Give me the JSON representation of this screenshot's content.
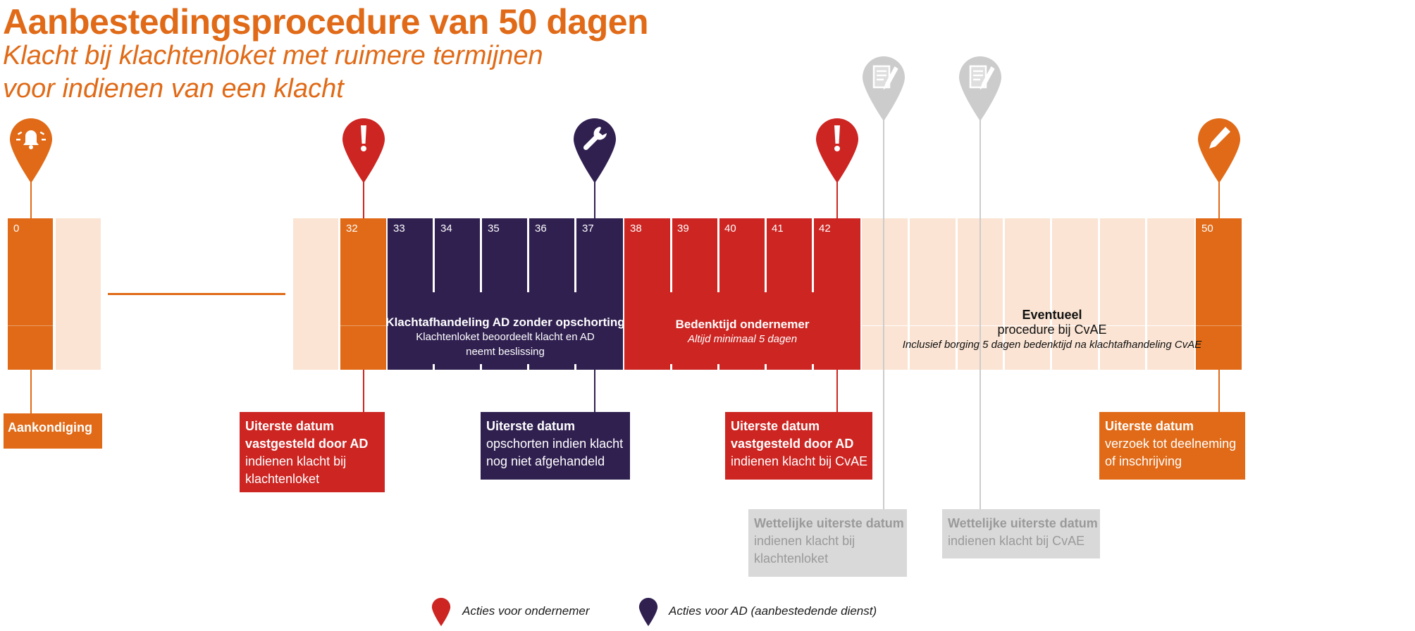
{
  "header": {
    "title": "Aanbestedingsprocedure van 50 dagen",
    "subtitle_line1": "Klacht bij klachtenloket met ruimere termijnen",
    "subtitle_line2": "voor indienen van een klacht"
  },
  "colors": {
    "orange": "#E06A17",
    "red": "#CC2522",
    "purple": "#302050",
    "peach": "#FBE4D3",
    "gray_pin": "#CCCCCC",
    "gray_box": "#D9D9D9"
  },
  "timeline": {
    "day_labels": [
      "0",
      "32",
      "33",
      "34",
      "35",
      "36",
      "37",
      "38",
      "39",
      "40",
      "41",
      "42",
      "50"
    ],
    "purple_block": {
      "title": "Klachtafhandeling AD zonder opschorting",
      "line1": "Klachtenloket beoordeelt klacht en AD",
      "line2": "neemt beslissing"
    },
    "red_block": {
      "title": "Bedenktijd ondernemer",
      "note": "Altijd minimaal 5 dagen"
    },
    "peach_block": {
      "title": "Eventueel",
      "line1": "procedure bij CvAE",
      "note": "Inclusief borging 5 dagen bedenktijd na klachtafhandeling CvAE"
    }
  },
  "markers": [
    {
      "icon": "bell-icon",
      "type": "orange"
    },
    {
      "icon": "exclamation-icon",
      "type": "red"
    },
    {
      "icon": "wrench-icon",
      "type": "purple"
    },
    {
      "icon": "exclamation-icon",
      "type": "red"
    },
    {
      "icon": "document-icon",
      "type": "gray"
    },
    {
      "icon": "document-icon",
      "type": "gray"
    },
    {
      "icon": "pencil-icon",
      "type": "orange"
    }
  ],
  "boxes": {
    "aankondiging": {
      "head": "Aankondiging"
    },
    "day32": {
      "head1": "Uiterste datum",
      "head2": "vastgesteld door AD",
      "line1": "indienen klacht bij",
      "line2": "klachtenloket"
    },
    "day37": {
      "head1": "Uiterste datum",
      "line1": "opschorten indien klacht",
      "line2": "nog niet afgehandeld"
    },
    "day42": {
      "head1": "Uiterste datum",
      "head2": "vastgesteld door AD",
      "line1": "indienen klacht bij CvAE"
    },
    "day50": {
      "head1": "Uiterste datum",
      "line1": "verzoek tot deelneming",
      "line2": "of inschrijving"
    },
    "gray1": {
      "head1": "Wettelijke uiterste datum",
      "line1": "indienen klacht bij",
      "line2": "klachtenloket"
    },
    "gray2": {
      "head1": "Wettelijke uiterste datum",
      "line1": "indienen klacht bij CvAE"
    }
  },
  "legend": {
    "item1": "Acties voor ondernemer",
    "item2": "Acties voor AD (aanbestedende dienst)"
  }
}
